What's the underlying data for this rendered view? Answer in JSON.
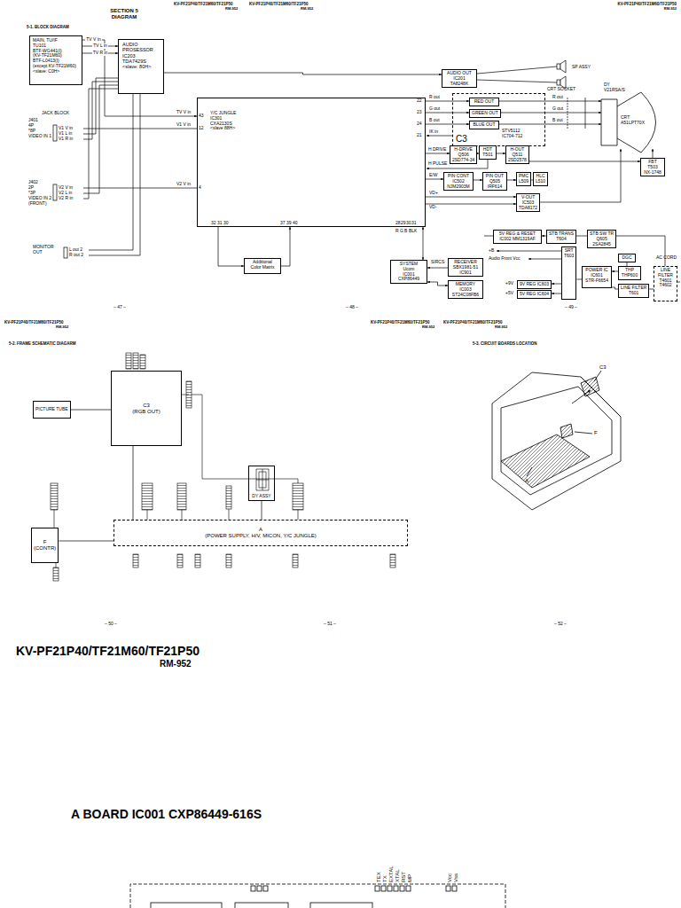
{
  "diagram": {
    "title": "SECTION 5 DIAGRAM",
    "nodes": [
      {
        "text": [
          "MAIN, TU/IF",
          "TU101",
          "BTF-WG441(I)",
          "(KV-TF21M60)",
          "BTF-L0413(I)",
          "(except KV-TF21M60)",
          "<slave: C0H>"
        ]
      },
      {
        "text": [
          "AUDIO",
          "PROSESSOR",
          "IC203",
          "TDA7429S",
          "<slave: 80H>"
        ]
      },
      {
        "text": [
          "AUDIO OUT",
          "IC201",
          "TA8248K"
        ]
      },
      {
        "text": [
          "Y/C JUNGLE",
          "IC301",
          "CXA2130S",
          "<slave 88H>"
        ]
      },
      {
        "text": [
          "C3"
        ]
      },
      {
        "text": [
          "RED OUT"
        ],
        "in": 4
      },
      {
        "text": [
          "GREEN OUT"
        ],
        "in": 4
      },
      {
        "text": [
          "BLUE OUT"
        ],
        "in": 4
      },
      {
        "text": [
          "CRT",
          "A51LPT70X"
        ]
      },
      {
        "text": [
          "H-DRIVE",
          "Q506",
          "2SD774-34"
        ]
      },
      {
        "text": [
          "HDT",
          "T501"
        ]
      },
      {
        "text": [
          "H-OUT",
          "Q511",
          "2SD2578"
        ]
      },
      {
        "text": [
          "FBT",
          "T503",
          "NX-1748"
        ]
      },
      {
        "text": [
          "PIN CONT",
          "IC502",
          "NJM2903M"
        ]
      },
      {
        "text": [
          "PIN OUT",
          "Q505",
          "IRF614"
        ]
      },
      {
        "text": [
          "PMC",
          "L509"
        ]
      },
      {
        "text": [
          "HLC",
          "L510"
        ]
      },
      {
        "text": [
          "V-OUT",
          "IC503",
          "TDA8172"
        ]
      },
      {
        "text": [
          "Additional",
          "Color Matrix"
        ]
      },
      {
        "text": [
          "SYSTEM",
          "Ucom",
          "IC001",
          "CXP86449"
        ]
      },
      {
        "text": [
          "RECEIVER",
          "SBX1981-51",
          "IC901"
        ]
      },
      {
        "text": [
          "MEMORY",
          "IC003",
          "ST24C08FB6"
        ]
      },
      {
        "text": [
          "5V REG & RESET",
          "IC002 MM1319AF"
        ]
      },
      {
        "text": [
          "STB TRANS",
          "T604"
        ]
      },
      {
        "text": [
          "STB SW TR",
          "Q605",
          "2SA2845"
        ]
      },
      {
        "text": [
          "DGC"
        ]
      },
      {
        "text": [
          "SRT",
          "T603"
        ]
      },
      {
        "text": [
          "POWER IC",
          "IC601",
          "STR-F6654"
        ]
      },
      {
        "text": [
          "THP",
          "THP600"
        ]
      },
      {
        "text": [
          "LINE FILTER",
          "T601"
        ]
      },
      {
        "text": [
          "LINE",
          "FILTER",
          "T4601",
          "T4602"
        ]
      },
      {
        "text": [
          "9V REG IC603"
        ]
      },
      {
        "text": [
          "5V REG IC604"
        ]
      },
      {
        "text": [
          "PICTURE TUBE"
        ]
      },
      {
        "text": [
          "C3",
          "(RGB OUT)"
        ]
      },
      {
        "text": [
          "DY ASSY"
        ]
      },
      {
        "text": [
          "F",
          "(CONTR)"
        ]
      },
      {
        "text": [
          "A",
          "(POWER SUPPLY, H/V, MICON, Y/C JUNGLE)"
        ]
      }
    ],
    "edges": [
      {
        "from": 0,
        "to": 1,
        "arrow": "to",
        "label": "TV L in"
      },
      {
        "from": 0,
        "to": 1,
        "arrow": "to",
        "label": "TV R in"
      },
      {
        "from": 0,
        "to": 3,
        "arrow": "to",
        "label": "TV V in"
      },
      {
        "from": 1,
        "to": 2,
        "arrow": "to"
      },
      {
        "from": 3,
        "to": 5,
        "arrow": "to"
      },
      {
        "from": 3,
        "to": 6,
        "arrow": "to"
      },
      {
        "from": 3,
        "to": 7,
        "arrow": "to"
      },
      {
        "from": 5,
        "to": 8,
        "arrow": "to"
      },
      {
        "from": 6,
        "to": 8,
        "arrow": "to"
      },
      {
        "from": 7,
        "to": 8,
        "arrow": "to"
      },
      {
        "from": 3,
        "to": 9,
        "arrow": "to"
      },
      {
        "from": 9,
        "to": 10,
        "arrow": "to"
      },
      {
        "from": 10,
        "to": 11,
        "arrow": "to"
      },
      {
        "from": 11,
        "to": 12,
        "arrow": "to"
      },
      {
        "from": 12,
        "to": 8,
        "arrow": "to"
      },
      {
        "from": 3,
        "to": 13,
        "arrow": "to"
      },
      {
        "from": 13,
        "to": 14,
        "arrow": "to"
      },
      {
        "from": 14,
        "to": 15,
        "arrow": "to"
      },
      {
        "from": 15,
        "to": 16,
        "arrow": "none"
      },
      {
        "from": 3,
        "to": 17,
        "arrow": "to"
      },
      {
        "from": 3,
        "to": 17,
        "arrow": "to"
      },
      {
        "from": 17,
        "to": 8,
        "arrow": "to"
      },
      {
        "from": 3,
        "to": 18,
        "arrow": "to"
      },
      {
        "from": 18,
        "to": 3,
        "arrow": "to"
      },
      {
        "from": 19,
        "to": 3,
        "arrow": "both"
      },
      {
        "from": 20,
        "to": 19,
        "arrow": "to"
      },
      {
        "from": 21,
        "to": 19,
        "arrow": "both"
      },
      {
        "from": 23,
        "to": 22,
        "arrow": "to"
      },
      {
        "from": 23,
        "to": 24,
        "arrow": "none"
      },
      {
        "from": 26,
        "to": 27,
        "arrow": "none"
      },
      {
        "from": 27,
        "to": 29,
        "arrow": "none"
      },
      {
        "from": 29,
        "to": 30,
        "arrow": "none"
      },
      {
        "from": 28,
        "to": 27,
        "arrow": "to"
      },
      {
        "from": 26,
        "to": 31,
        "arrow": "to"
      },
      {
        "from": 26,
        "to": 32,
        "arrow": "to"
      },
      {
        "from": 33,
        "to": 34,
        "arrow": "none"
      },
      {
        "from": 34,
        "to": 37,
        "arrow": "none"
      },
      {
        "from": 35,
        "to": 37,
        "arrow": "none"
      },
      {
        "from": 36,
        "to": 37,
        "arrow": "none"
      }
    ],
    "labels": [
      "KV-PF21P40/TF21M60/TF21P50",
      "RM-952",
      "KV-PF21P40/TF21M60/TF21P50",
      "RM-952",
      "KV-PF21P40/TF21M60/TF21P50",
      "RM-952",
      "5-1. BLOCK DIAGRAM",
      "JACK BLOCK",
      "J401",
      "4P",
      "*8P",
      "VIDEO IN 1",
      "V1 V in",
      "V1 L in",
      "V1 R in",
      "J402",
      "2P",
      "*3P",
      "VIDEO IN 2 (FRONT)",
      "V2 V in",
      "V2 L in",
      "V2 R in",
      "MONITOR OUT",
      "L out 2",
      "R out 2",
      "TV V in",
      "43",
      "V1 V in",
      "12",
      "V2 V in",
      "4",
      "22",
      "R out",
      "23",
      "G out",
      "24",
      "B out",
      "21",
      "IK in",
      "H DRIVE",
      "H PULSE",
      "E/W",
      "VD+",
      "VD-",
      "32",
      "31",
      "30",
      "37",
      "39",
      "40",
      "28",
      "29",
      "30",
      "31",
      "R",
      "G",
      "B",
      "BLK",
      "STV5112",
      "IC704-712",
      "R out",
      "G out",
      "B out",
      "DY",
      "V21RSA/S",
      "CRT SOCKET",
      "SP ASSY",
      "+B",
      "Audio Front Vcc",
      "+9V",
      "+5V",
      "SIRCS",
      "AC CORD",
      "– 47 –",
      "– 48 –",
      "– 49 –",
      "KV-PF21P40/TF21M60/TF21P50",
      "RM-952",
      "KV-PF21P40/TF21M60/TF21P50",
      "RM-952",
      "KV-PF21P40/TF21M60/TF21P50",
      "RM-952",
      "5-2. FRAME SCHEMATIC DIAGARM",
      "5-3. CIRCUIT BOARDS LOCATION",
      "C3",
      "F",
      "A",
      "– 50 –",
      "– 51 –",
      "– 52 –",
      "KV-PF21P40/TF21M60/TF21P50",
      "RM-952",
      "A BOARD IC001 CXP86449-616S",
      "TEX",
      "TX",
      "EXTAL",
      "XTAL",
      "RST",
      "MP",
      "Vcc",
      "Vss"
    ]
  }
}
